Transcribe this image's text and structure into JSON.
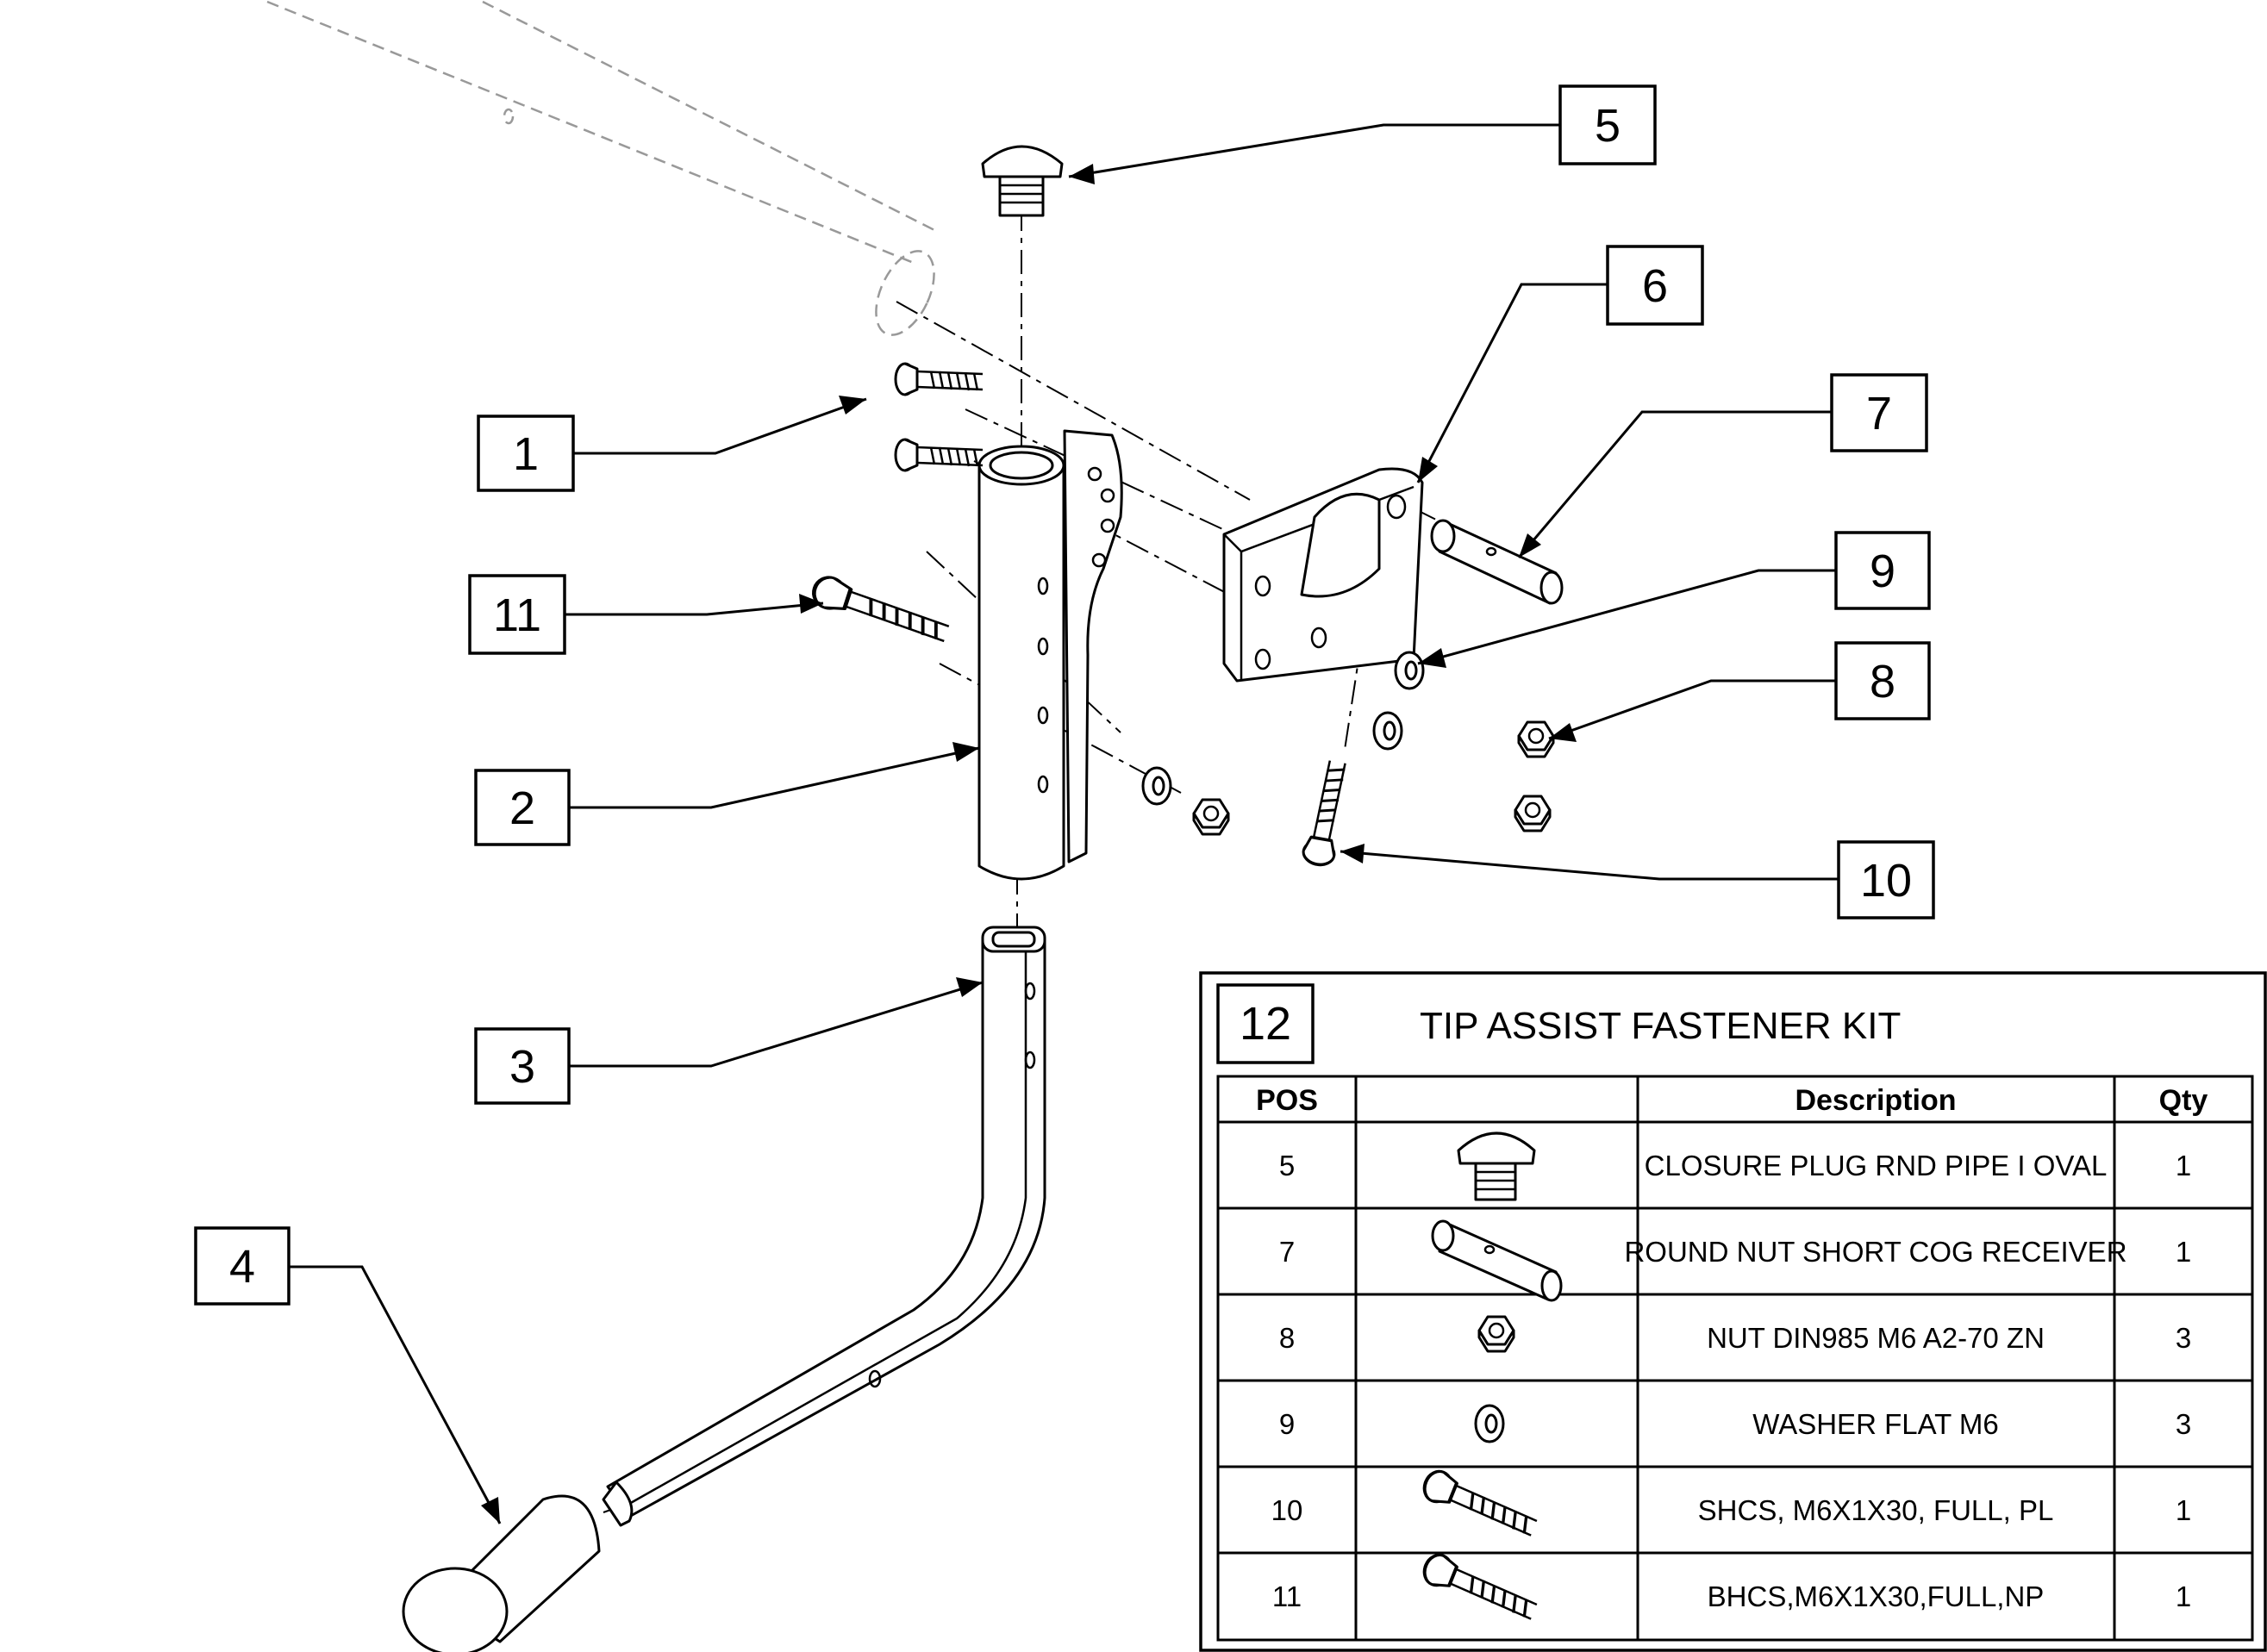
{
  "callouts": [
    {
      "label": "1"
    },
    {
      "label": "2"
    },
    {
      "label": "3"
    },
    {
      "label": "4"
    },
    {
      "label": "5"
    },
    {
      "label": "6"
    },
    {
      "label": "7"
    },
    {
      "label": "8"
    },
    {
      "label": "9"
    },
    {
      "label": "10"
    },
    {
      "label": "11"
    }
  ],
  "kit": {
    "number": "12",
    "title": "TIP ASSIST FASTENER KIT",
    "columns": [
      "POS",
      "",
      "Description",
      "Qty"
    ],
    "rows": [
      {
        "pos": "5",
        "icon": "closure-plug-icon",
        "description": "CLOSURE PLUG RND PIPE I OVAL",
        "qty": "1"
      },
      {
        "pos": "7",
        "icon": "round-nut-icon",
        "description": "ROUND NUT SHORT COG RECEIVER",
        "qty": "1"
      },
      {
        "pos": "8",
        "icon": "hex-nut-icon",
        "description": "NUT DIN985 M6 A2-70 ZN",
        "qty": "3"
      },
      {
        "pos": "9",
        "icon": "flat-washer-icon",
        "description": "WASHER FLAT M6",
        "qty": "3"
      },
      {
        "pos": "10",
        "icon": "shcs-screw-icon",
        "description": "SHCS,  M6X1X30,  FULL,  PL",
        "qty": "1"
      },
      {
        "pos": "11",
        "icon": "bhcs-screw-icon",
        "description": "BHCS,M6X1X30,FULL,NP",
        "qty": "1"
      }
    ]
  }
}
